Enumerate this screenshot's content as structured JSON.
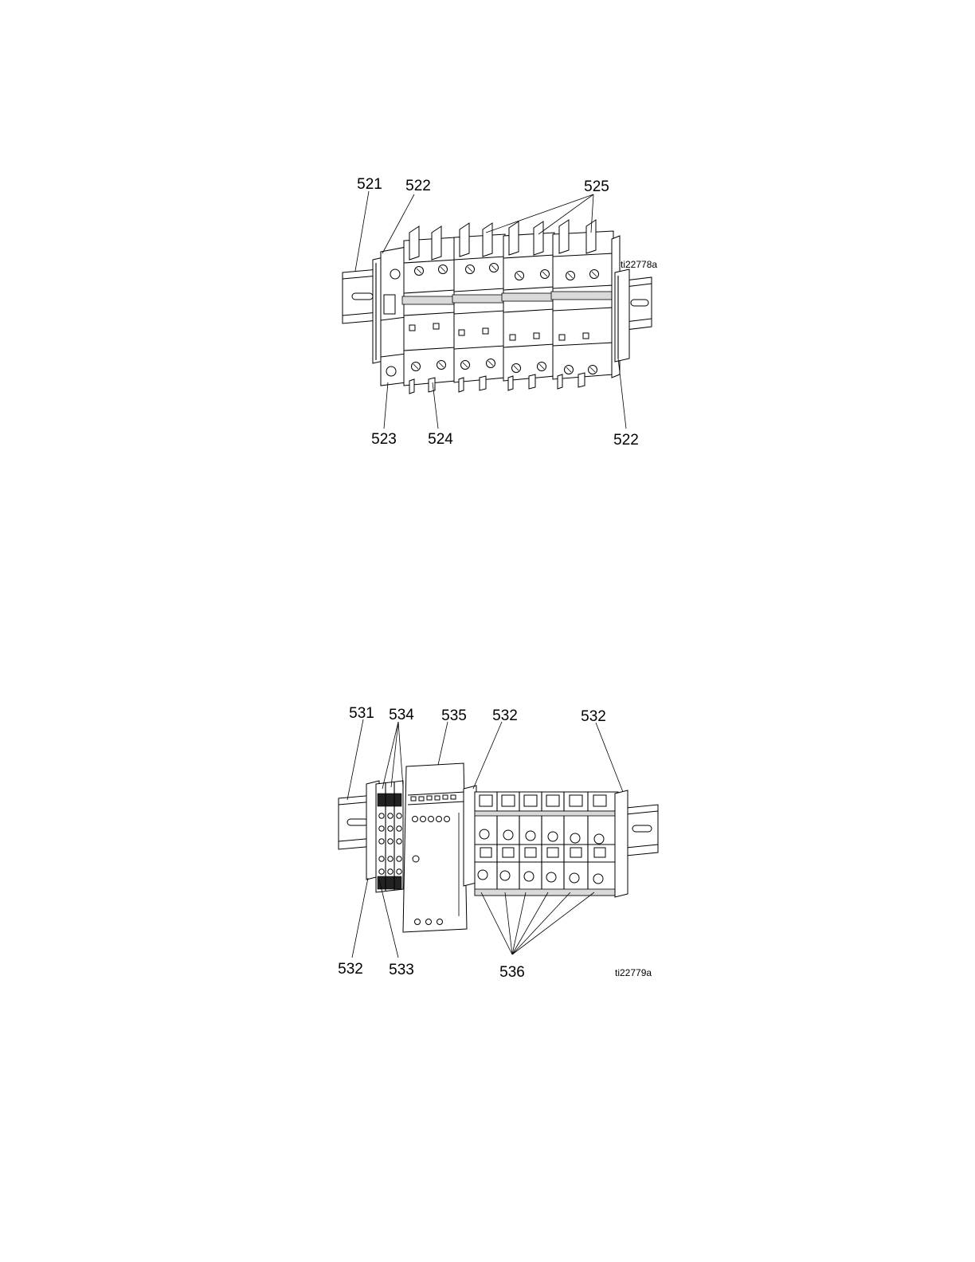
{
  "figures": [
    {
      "id_text": "ti22778a",
      "callouts": [
        "521",
        "522",
        "525",
        "523",
        "524",
        "522"
      ]
    },
    {
      "id_text": "ti22779a",
      "callouts": [
        "531",
        "534",
        "535",
        "532",
        "532",
        "532",
        "533",
        "536"
      ]
    }
  ]
}
